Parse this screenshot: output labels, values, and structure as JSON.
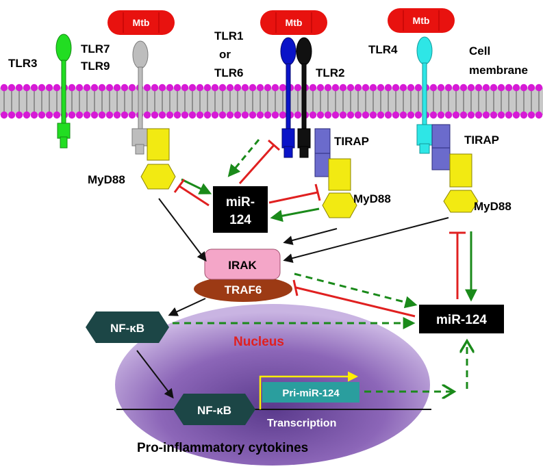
{
  "colors": {
    "mtb": "#e8120f",
    "membrane_head": "#d61ad6",
    "tlr3": "#22dd22",
    "tlr7": "#bdbdbd",
    "tlr1": "#0a14c8",
    "tlr2": "#111111",
    "tlr4": "#2ee6e6",
    "myd88": "#f2ea12",
    "tirap": "#6b6bcc",
    "irak": "#f4a6c8",
    "traf6": "#9c3a14",
    "nfkb": "#1c4646",
    "nucleus_fill": "#8c66b8",
    "pri_mir": "#2a9e9e",
    "inhibit": "#e02020",
    "activate": "#1a8a1a",
    "nucleus_label": "#e02020"
  },
  "mtb": {
    "label_1": "Mtb",
    "label_2": "Mtb",
    "label_3": "Mtb"
  },
  "receptors": {
    "tlr3": "TLR3",
    "tlr7": "TLR7",
    "tlr9": "TLR9",
    "tlr1_line1": "TLR1",
    "tlr1_line2": "or",
    "tlr1_line3": "TLR6",
    "tlr2": "TLR2",
    "tlr4": "TLR4"
  },
  "membrane": {
    "line1": "Cell",
    "line2": "membrane"
  },
  "adaptors": {
    "myd88_left": "MyD88",
    "myd88_middle": "MyD88",
    "myd88_right": "MyD88",
    "tirap_middle": "TIRAP",
    "tirap_right": "TIRAP"
  },
  "mir_center": {
    "line1": "miR-",
    "line2": "124"
  },
  "mir_right": "miR-124",
  "irak": "IRAK",
  "traf6": "TRAF6",
  "nfkb_cyto": "NF-κB",
  "nfkb_nuc": "NF-κB",
  "nucleus": "Nucleus",
  "pri_mir": "Pri-miR-124",
  "transcription": "Transcription",
  "cytokines": "Pro-inflammatory cytokines"
}
